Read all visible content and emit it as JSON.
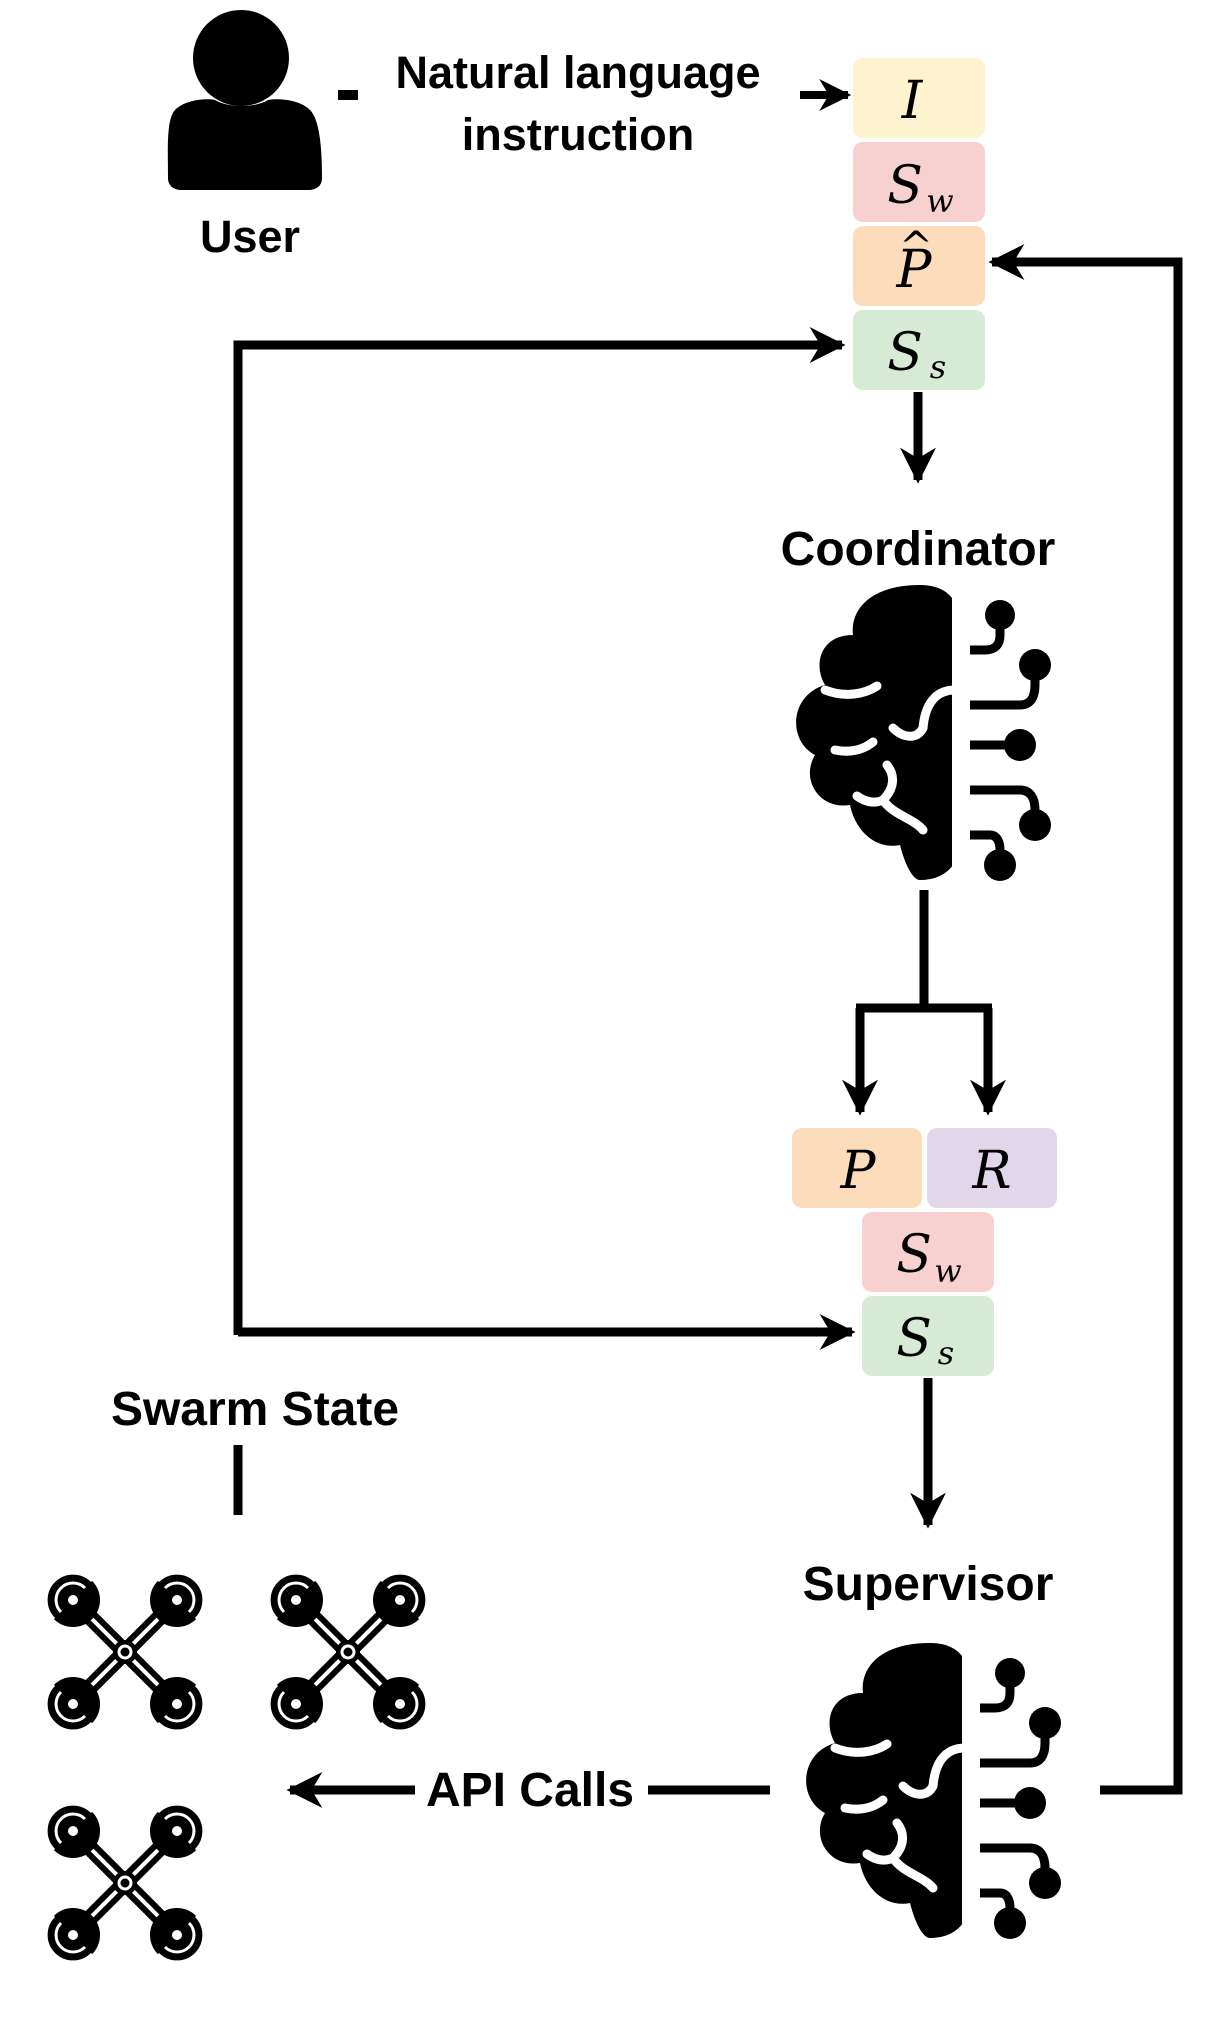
{
  "labels": {
    "user": "User",
    "instruction_line1": "Natural language",
    "instruction_line2": "instruction",
    "coordinator": "Coordinator",
    "supervisor": "Supervisor",
    "swarm_state": "Swarm State",
    "api_calls": "API Calls"
  },
  "coordinator_inputs": [
    {
      "symbol": "I",
      "sub": "",
      "hat": "",
      "color": "#fdf3cf"
    },
    {
      "symbol": "S",
      "sub": "w",
      "hat": "",
      "color": "#f7d0d0"
    },
    {
      "symbol": "P",
      "sub": "",
      "hat": "^",
      "color": "#fcdcbb"
    },
    {
      "symbol": "S",
      "sub": "s",
      "hat": "",
      "color": "#d7ead6"
    }
  ],
  "supervisor_inputs": {
    "top": [
      {
        "symbol": "P",
        "sub": "",
        "hat": "",
        "color": "#fcdcbb"
      },
      {
        "symbol": "R",
        "sub": "",
        "hat": "",
        "color": "#e2d6ea"
      }
    ],
    "stack": [
      {
        "symbol": "S",
        "sub": "w",
        "hat": "",
        "color": "#f7d0d0"
      },
      {
        "symbol": "S",
        "sub": "s",
        "hat": "",
        "color": "#d7ead6"
      }
    ]
  },
  "icons": [
    "user-icon",
    "brain-circuit-icon",
    "drone-icon"
  ]
}
